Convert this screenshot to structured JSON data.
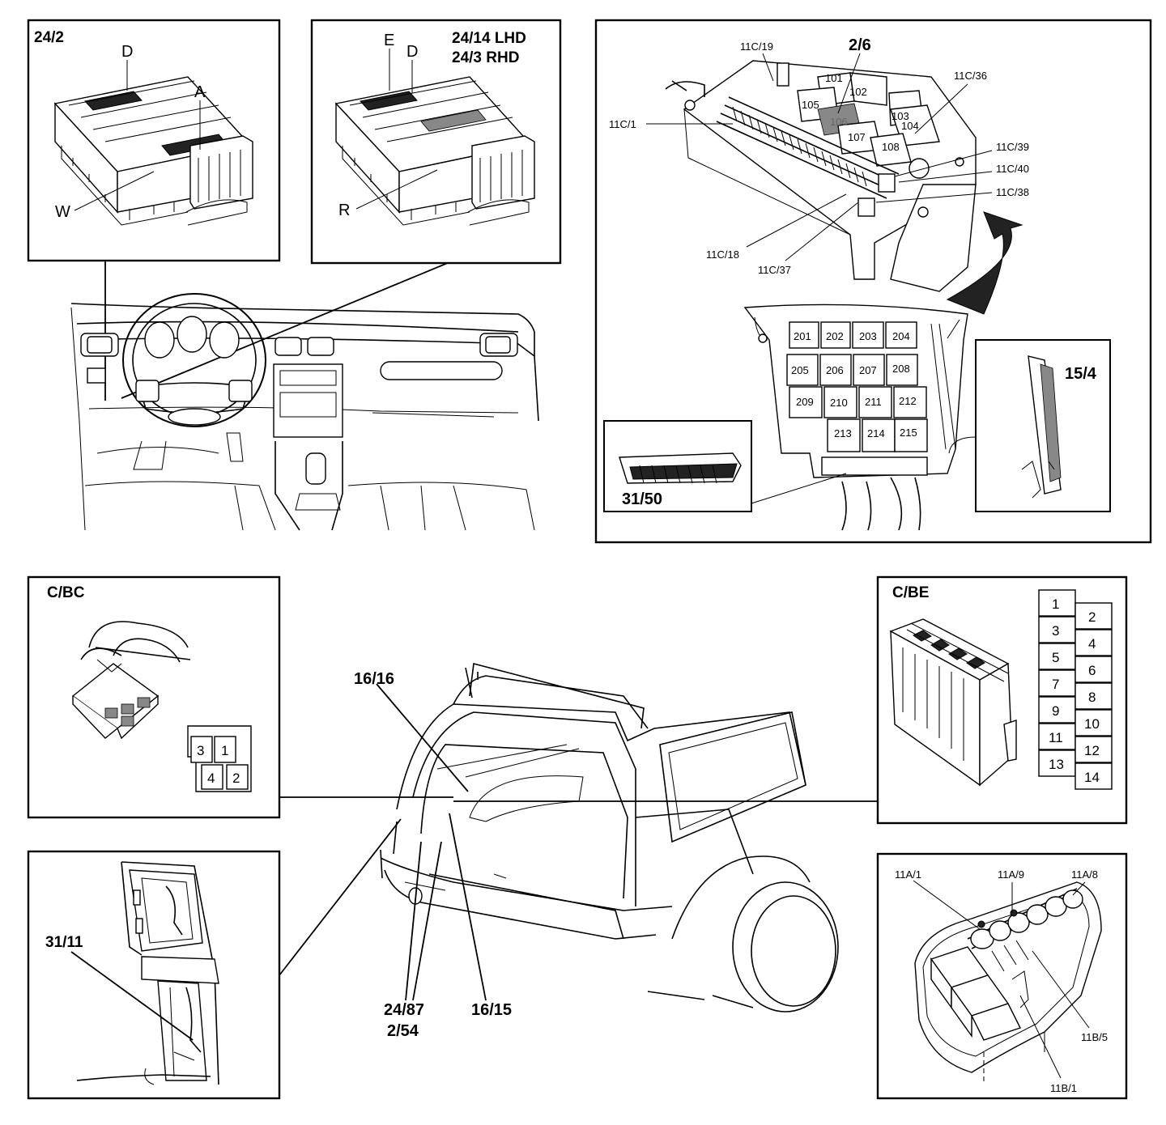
{
  "panels": {
    "connector_242": {
      "title": "24/2",
      "labels": {
        "d": "D",
        "a": "A",
        "w": "W"
      }
    },
    "connector_2414": {
      "title_line1": "24/14 LHD",
      "title_line2": "24/3 RHD",
      "labels": {
        "e": "E",
        "d": "D",
        "r": "R"
      }
    },
    "relay_box": {
      "callouts": [
        "11C/19",
        "2/6",
        "11C/36",
        "11C/1",
        "11C/39",
        "11C/40",
        "11C/38",
        "11C/18",
        "11C/37"
      ],
      "upper_relays": [
        "101",
        "102",
        "103",
        "104",
        "105",
        "106",
        "107",
        "108"
      ],
      "lower_relays": [
        [
          "201",
          "202",
          "203",
          "204"
        ],
        [
          "205",
          "206",
          "207",
          "208"
        ],
        [
          "209",
          "210",
          "211",
          "212"
        ],
        [
          "213",
          "214",
          "215"
        ]
      ],
      "sub_panel_left": "31/50",
      "sub_panel_right": "15/4"
    },
    "cbc": {
      "title": "C/BC",
      "pins": [
        "3",
        "1",
        "4",
        "2"
      ]
    },
    "cbe": {
      "title": "C/BE",
      "pins_left": [
        "1",
        "3",
        "5",
        "7",
        "9",
        "11",
        "13"
      ],
      "pins_right": [
        "2",
        "4",
        "6",
        "8",
        "10",
        "12",
        "14"
      ]
    },
    "pillar": {
      "title": "31/11"
    },
    "fusebox": {
      "callouts": [
        "11A/1",
        "11A/9",
        "11A/8",
        "11B/5",
        "11B/1"
      ]
    }
  },
  "wagon_callouts": {
    "top": "16/16",
    "bottom_left_1": "24/87",
    "bottom_left_2": "2/54",
    "bottom_right": "16/15"
  }
}
